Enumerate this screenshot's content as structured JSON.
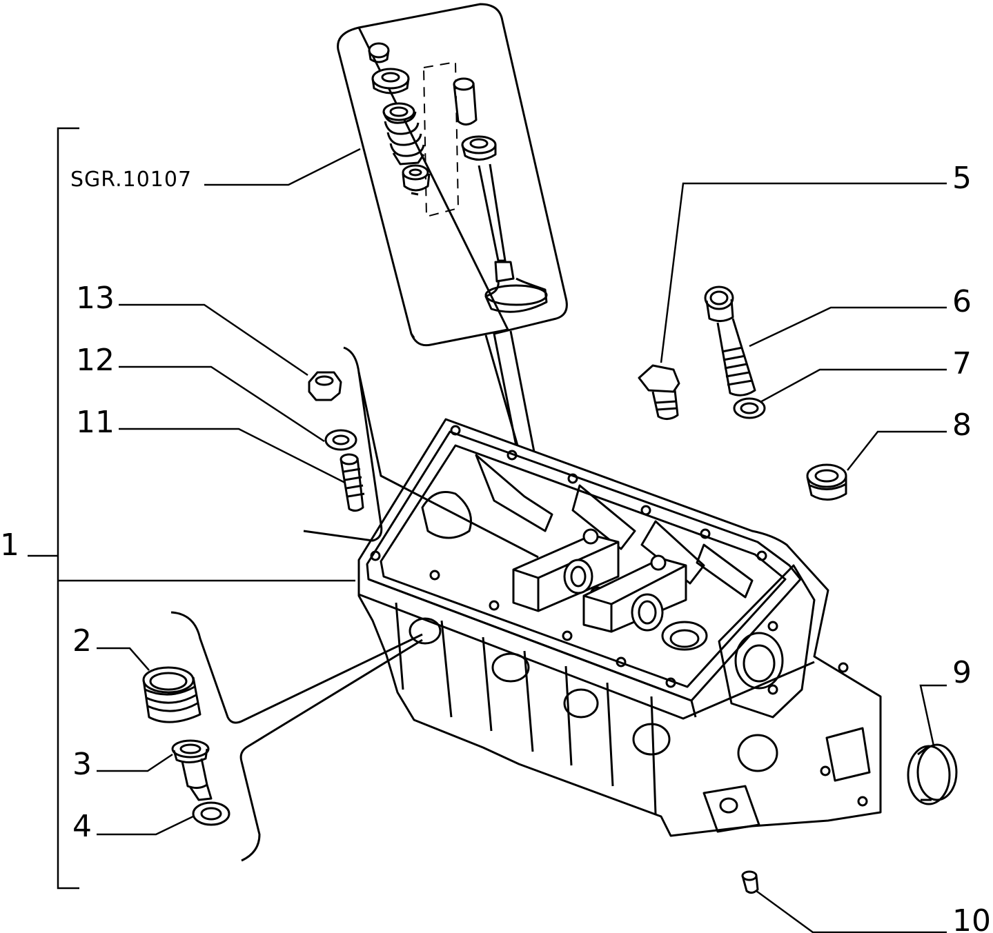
{
  "reference_code": "SGR.10107",
  "callouts": {
    "c1": "1",
    "c2": "2",
    "c3": "3",
    "c4": "4",
    "c5": "5",
    "c6": "6",
    "c7": "7",
    "c8": "8",
    "c9": "9",
    "c10": "10",
    "c11": "11",
    "c12": "12",
    "c13": "13"
  },
  "colors": {
    "ink": "#000000",
    "paper": "#ffffff"
  }
}
